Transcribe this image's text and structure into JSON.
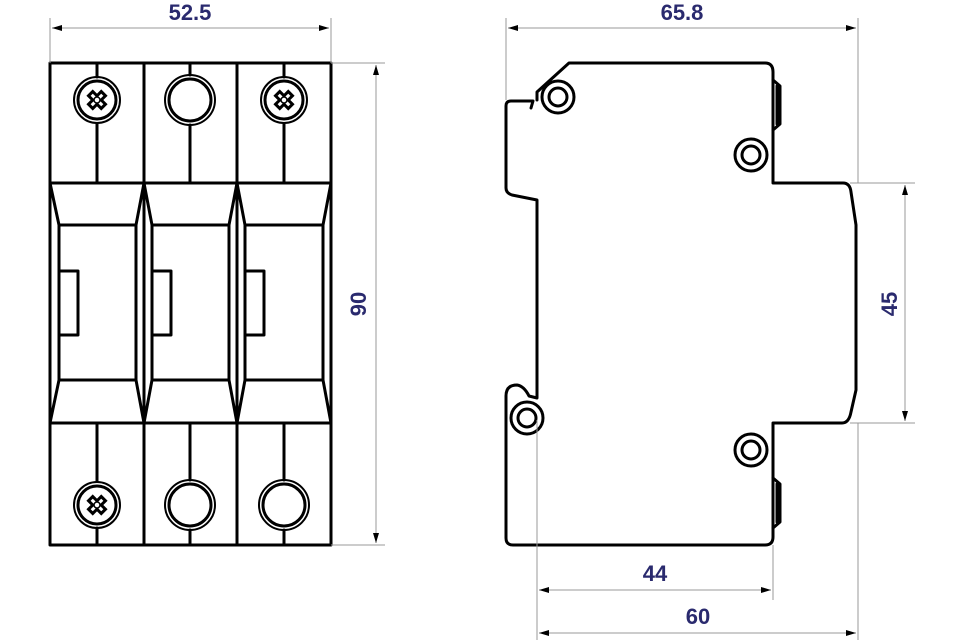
{
  "dimensions": {
    "front_width": "52.5",
    "overall_depth": "65.8",
    "height": "90",
    "front_height": "45",
    "body_depth": "44",
    "depth_to_front": "60"
  },
  "colors": {
    "dimension_text": "#2a2a6e",
    "outline": "#000000",
    "dimension_line": "#999999"
  }
}
